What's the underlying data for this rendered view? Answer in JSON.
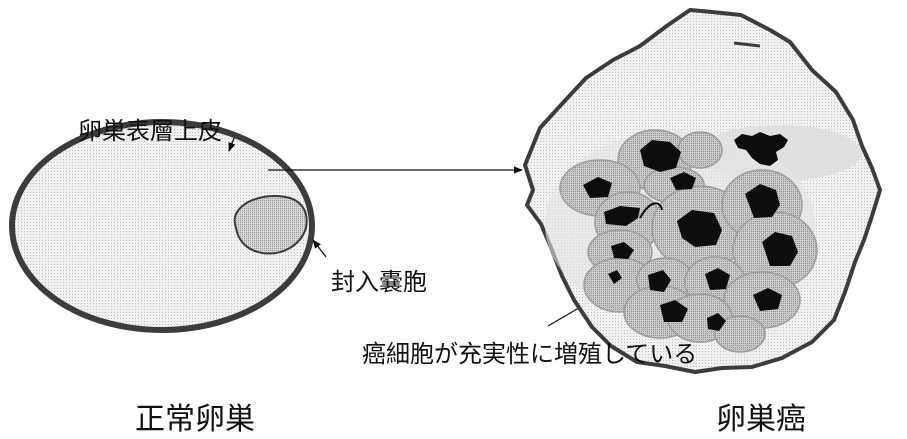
{
  "labels": {
    "surface_epithelium": "卵巣表層上皮",
    "inclusion_cyst": "封入嚢胞",
    "cancer_cells": "癌細胞が充実性に増殖している",
    "normal_ovary": "正常卵巣",
    "ovarian_cancer": "卵巣癌"
  },
  "colors": {
    "outline": "#3c3c3c",
    "ovary_fill": "#f2f2f2",
    "cyst_fill": "#d0d0d0",
    "tumor_fill": "#e2e2e2",
    "cell_fill": "#c4c4c4",
    "nucleus_fill": "#0d0d0d"
  }
}
